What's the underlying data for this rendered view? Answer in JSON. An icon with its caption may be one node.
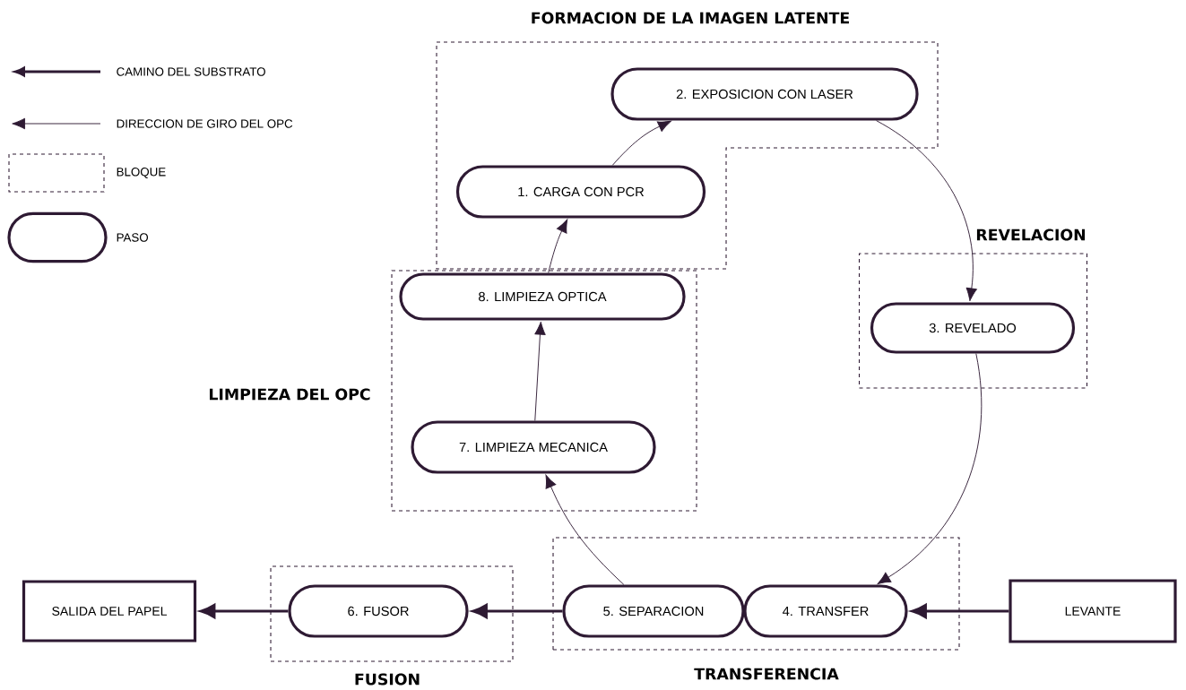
{
  "diagram": {
    "nodes": [
      {
        "text": [
          "FORMACION DE LA IMAGEN LATENTE"
        ]
      },
      {
        "text": [
          "2. EXPOSICION CON LASER"
        ],
        "in": 0
      },
      {
        "text": [
          "1. CARGA CON PCR"
        ],
        "in": 0
      },
      {
        "text": [
          "REVELACION"
        ]
      },
      {
        "text": [
          "3. REVELADO"
        ],
        "in": 3
      },
      {
        "text": [
          "LIMPIEZA DEL OPC"
        ]
      },
      {
        "text": [
          "8. LIMPIEZA OPTICA"
        ],
        "in": 5
      },
      {
        "text": [
          "7. LIMPIEZA MECANICA"
        ],
        "in": 5
      },
      {
        "text": [
          "SALIDA DEL PAPEL"
        ]
      },
      {
        "text": [
          "FUSION"
        ]
      },
      {
        "text": [
          "6. FUSOR"
        ],
        "in": 9
      },
      {
        "text": [
          "TRANSFERENCIA"
        ]
      },
      {
        "text": [
          "5. SEPARACION"
        ],
        "in": 11
      },
      {
        "text": [
          "4. TRANSFER"
        ],
        "in": 11
      },
      {
        "text": [
          "LEVANTE"
        ]
      }
    ],
    "edges": [
      {
        "from": 2,
        "to": 1,
        "arrow": "to"
      },
      {
        "from": 1,
        "to": 4,
        "arrow": "to"
      },
      {
        "from": 4,
        "to": 13,
        "arrow": "to"
      },
      {
        "from": 12,
        "to": 7,
        "arrow": "to"
      },
      {
        "from": 7,
        "to": 6,
        "arrow": "to"
      },
      {
        "from": 6,
        "to": 2,
        "arrow": "to"
      },
      {
        "from": 14,
        "to": 13,
        "arrow": "to",
        "style": "thick"
      },
      {
        "from": 12,
        "to": 10,
        "arrow": "to",
        "style": "thick"
      },
      {
        "from": 10,
        "to": 8,
        "arrow": "to",
        "style": "thick"
      }
    ],
    "legend": [
      {
        "text": "CAMINO DEL SUBSTRATO"
      },
      {
        "text": "DIRECCION DE GIRO DEL OPC"
      },
      {
        "text": "BLOQUE"
      },
      {
        "text": "PASO"
      }
    ]
  }
}
